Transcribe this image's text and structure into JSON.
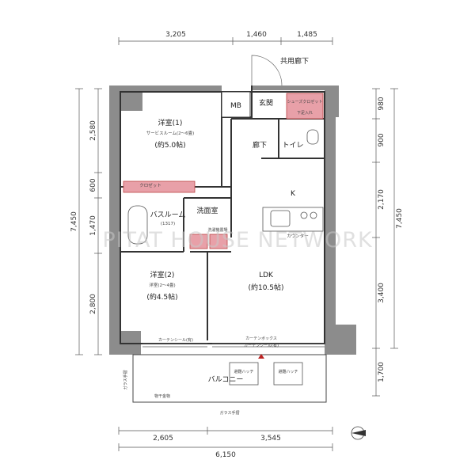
{
  "dimensions": {
    "top": [
      "3,205",
      "1,460",
      "1,485"
    ],
    "bottom": [
      "2,605",
      "3,545"
    ],
    "bottom_total": "6,150",
    "left": [
      "2,580",
      "600",
      "1,470",
      "2,800"
    ],
    "left_total": "7,450",
    "right": [
      "980",
      "900",
      "2,170",
      "3,400",
      "1,700"
    ],
    "right_total": "7,450"
  },
  "labels": {
    "shared_corridor": "共用廊下",
    "mb": "MB",
    "entrance": "玄関",
    "shoes_closet": "シューズクロゼット",
    "shoes_closet_sub": "下足入れ",
    "hallway": "廊下",
    "toilet": "トイレ",
    "western1_title": "洋室(1)",
    "western1_sub": "サービスルーム(2～6畳)",
    "western1_size": "(約5.0帖)",
    "closet": "クロゼット",
    "kitchen": "K",
    "bathroom": "バスルーム",
    "bathroom_size": "(1317)",
    "washroom": "洗面室",
    "washer_space": "洗濯機置場",
    "western2_title": "洋室(2)",
    "western2_sub": "洋室(2～4畳)",
    "western2_size": "(約4.5帖)",
    "ldk_title": "LDK",
    "ldk_size": "(約10.5帖)",
    "counter": "カウンター",
    "curtain_seal": "カーテンシール(有)",
    "curtain_box": "カーテンボックス",
    "curtain_seal2": "カーテンシール(有)",
    "evac_hatch": "避難ハッチ",
    "balcony": "バルコニー",
    "clothes_hanger": "物干金物",
    "glass_railing": "ガラス手摺",
    "side_glass": "ガラス手摺"
  },
  "watermark": "PITAT HOUSE NETWORK"
}
